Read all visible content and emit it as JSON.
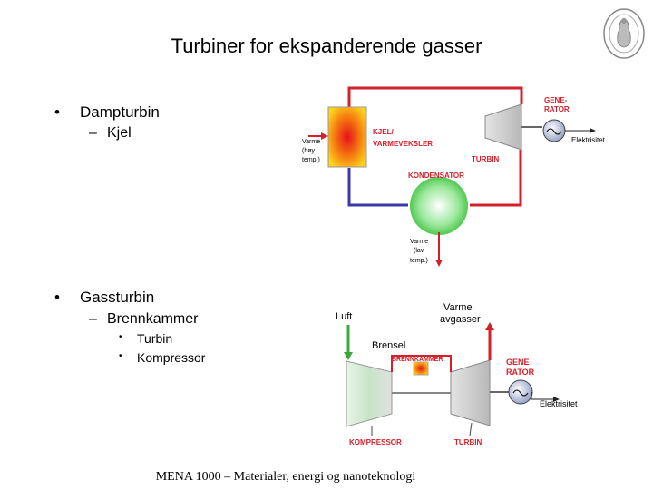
{
  "title": "Turbiner for ekspanderende gasser",
  "bullets": {
    "steam": {
      "marker": "•",
      "label": "Dampturbin",
      "sub_marker": "–",
      "sub": "Kjel"
    },
    "gas": {
      "marker": "•",
      "label": "Gassturbin",
      "sub_marker": "–",
      "sub": "Brennkammer",
      "subsub_marker": "•",
      "subsub": [
        "Turbin",
        "Kompressor"
      ]
    }
  },
  "steam_diagram": {
    "generator": [
      "GENE-",
      "RATOR"
    ],
    "electricity": "Elektrisitet",
    "heat_in": [
      "Varme",
      "(høy",
      "temp.)"
    ],
    "boiler": [
      "KJEL/",
      "VARMEVEKSLER"
    ],
    "turbine": "TURBIN",
    "condenser": "KONDENSATOR",
    "heat_out": [
      "Varme",
      "(lav",
      "temp.)"
    ]
  },
  "gas_diagram": {
    "air": "Luft",
    "exhaust": [
      "Varme",
      "avgasser"
    ],
    "fuel": "Brensel",
    "combustor": "BRENNKAMMER",
    "generator": [
      "GENE",
      "RATOR"
    ],
    "electricity": "Elektrisitet",
    "compressor": "KOMPRESSOR",
    "turbine": "TURBIN"
  },
  "footer": "MENA 1000 – Materialer, energi og nanoteknologi",
  "colors": {
    "hot": "#d4202a",
    "cold": "#3a3aa8",
    "air": "#3aa83a",
    "turbine": "#c8c8c8"
  }
}
